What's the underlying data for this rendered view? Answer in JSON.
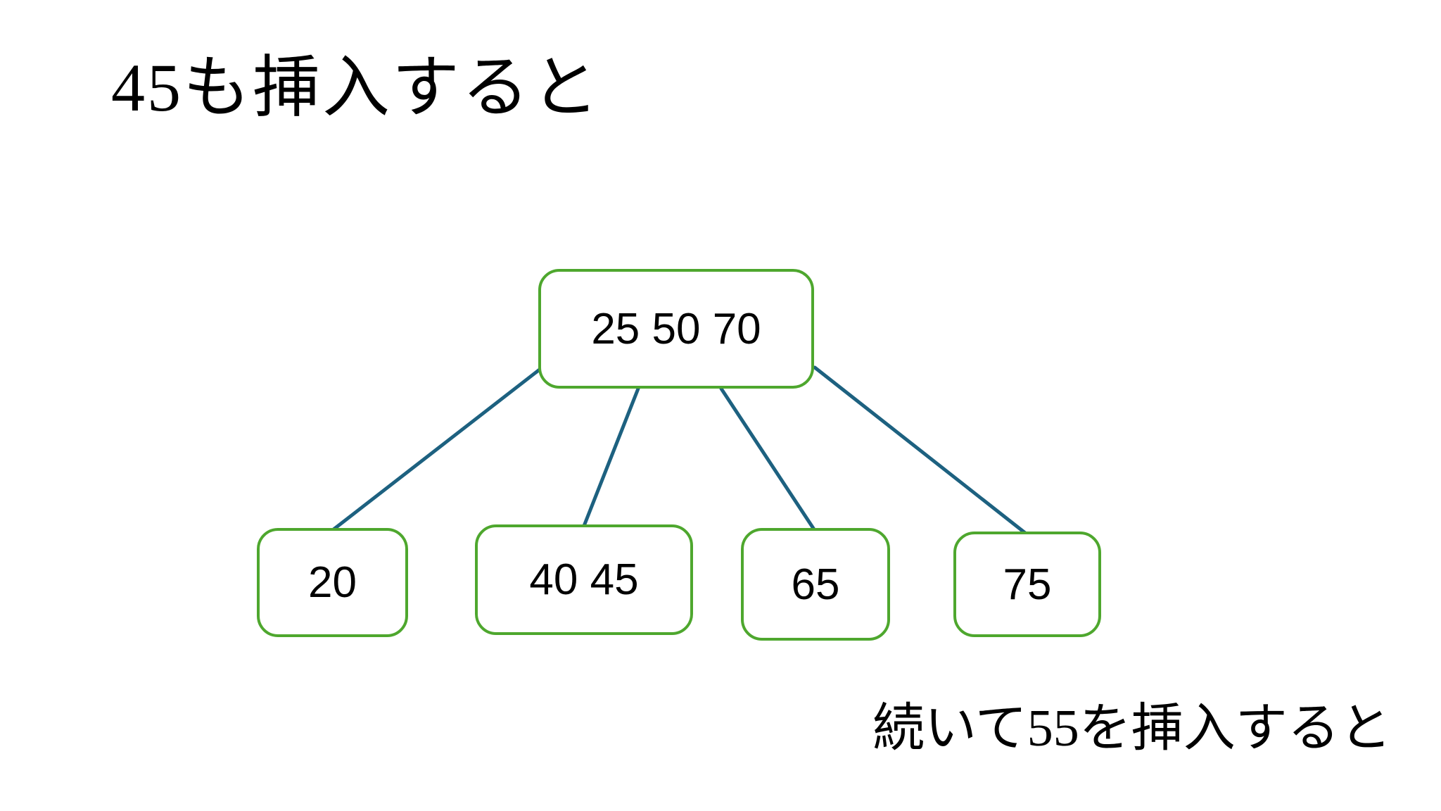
{
  "slide": {
    "title": "45も挿入すると",
    "footnote": "続いて55を挿入すると"
  },
  "tree": {
    "root": {
      "label": "25 50 70"
    },
    "children": [
      {
        "label": "20"
      },
      {
        "label": "40 45"
      },
      {
        "label": "65"
      },
      {
        "label": "75"
      }
    ],
    "edges": [
      {
        "from": "25 50 70",
        "to": "20"
      },
      {
        "from": "25 50 70",
        "to": "40 45"
      },
      {
        "from": "25 50 70",
        "to": "65"
      },
      {
        "from": "25 50 70",
        "to": "75"
      }
    ]
  },
  "colors": {
    "node_border": "#4EA72E",
    "edge": "#1D6180",
    "text": "#000000",
    "background": "#FFFFFF"
  }
}
